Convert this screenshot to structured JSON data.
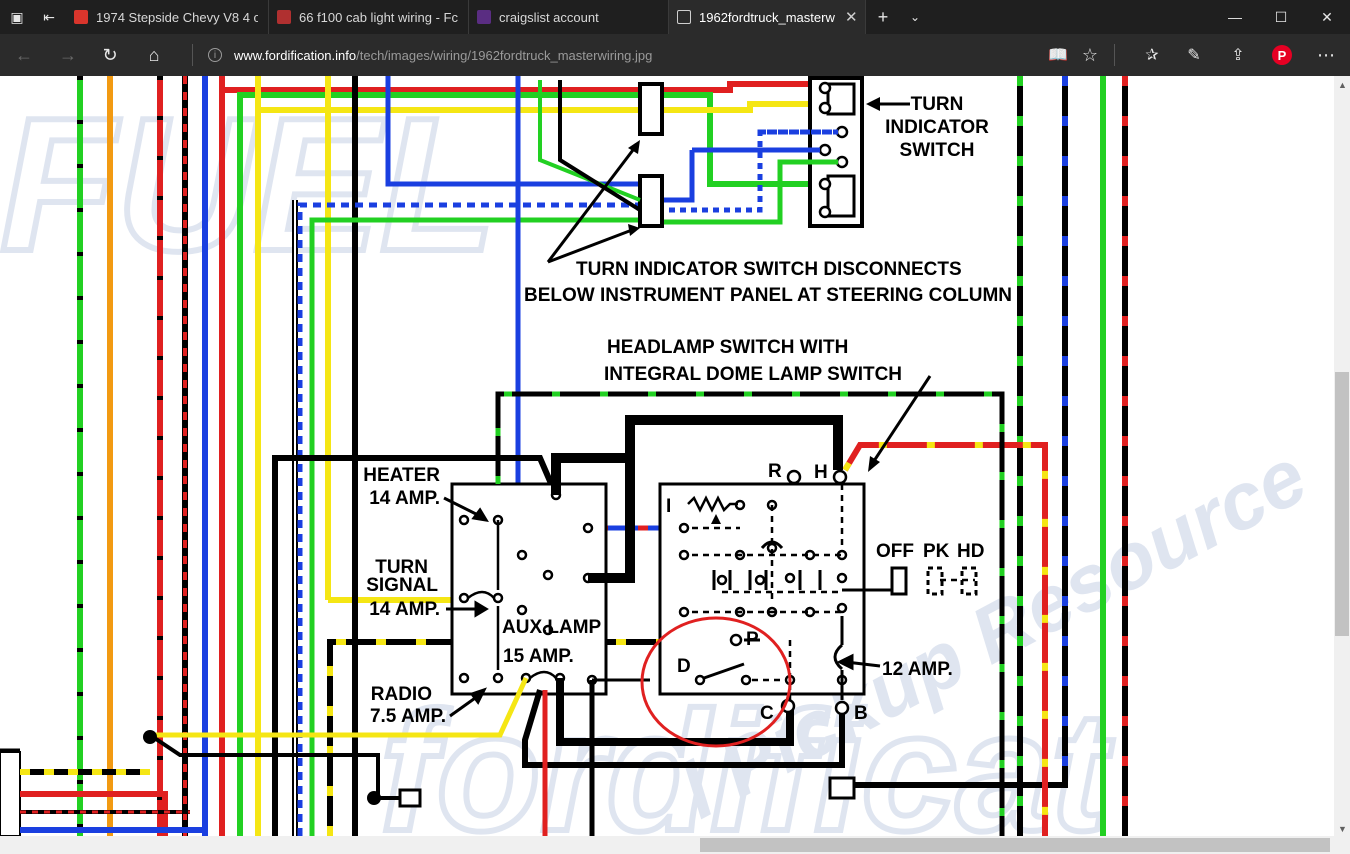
{
  "tabs": [
    {
      "label": "1974 Stepside Chevy V8 4 o",
      "favicon_color": "#d9352c",
      "active": false
    },
    {
      "label": "66 f100 cab light wiring - Fc",
      "favicon_color": "#b03030",
      "active": false
    },
    {
      "label": "craigslist account",
      "favicon_color": "#5a2d82",
      "active": false
    },
    {
      "label": "1962fordtruck_masterw",
      "favicon_color": "#cfcfcf",
      "active": true
    }
  ],
  "address": {
    "domain": "www.fordification.info",
    "path": "/tech/images/wiring/1962fordtruck_masterwiring.jpg"
  },
  "diagram": {
    "labels": {
      "turn_indicator_switch": [
        "TURN",
        "INDICATOR",
        "SWITCH"
      ],
      "disconnect_note": [
        "TURN INDICATOR SWITCH DISCONNECTS",
        "BELOW INSTRUMENT PANEL AT STEERING COLUMN"
      ],
      "headlamp_switch": [
        "HEADLAMP SWITCH WITH",
        "INTEGRAL DOME LAMP SWITCH"
      ],
      "heater_fuse": [
        "HEATER",
        "14 AMP."
      ],
      "turn_signal_fuse": [
        "TURN",
        "SIGNAL",
        "14 AMP."
      ],
      "aux_lamp_fuse": [
        "AUX.LAMP",
        "15 AMP."
      ],
      "radio_fuse": [
        "RADIO",
        "7.5 AMP."
      ],
      "breaker": "12 AMP.",
      "positions": [
        "OFF",
        "PK",
        "HD"
      ],
      "terminals": {
        "r": "R",
        "h": "H",
        "i": "I",
        "p": "P",
        "d": "D",
        "c": "C",
        "b": "B"
      }
    },
    "watermark_color": "#dce3ef",
    "highlight_color": "#e02020"
  }
}
